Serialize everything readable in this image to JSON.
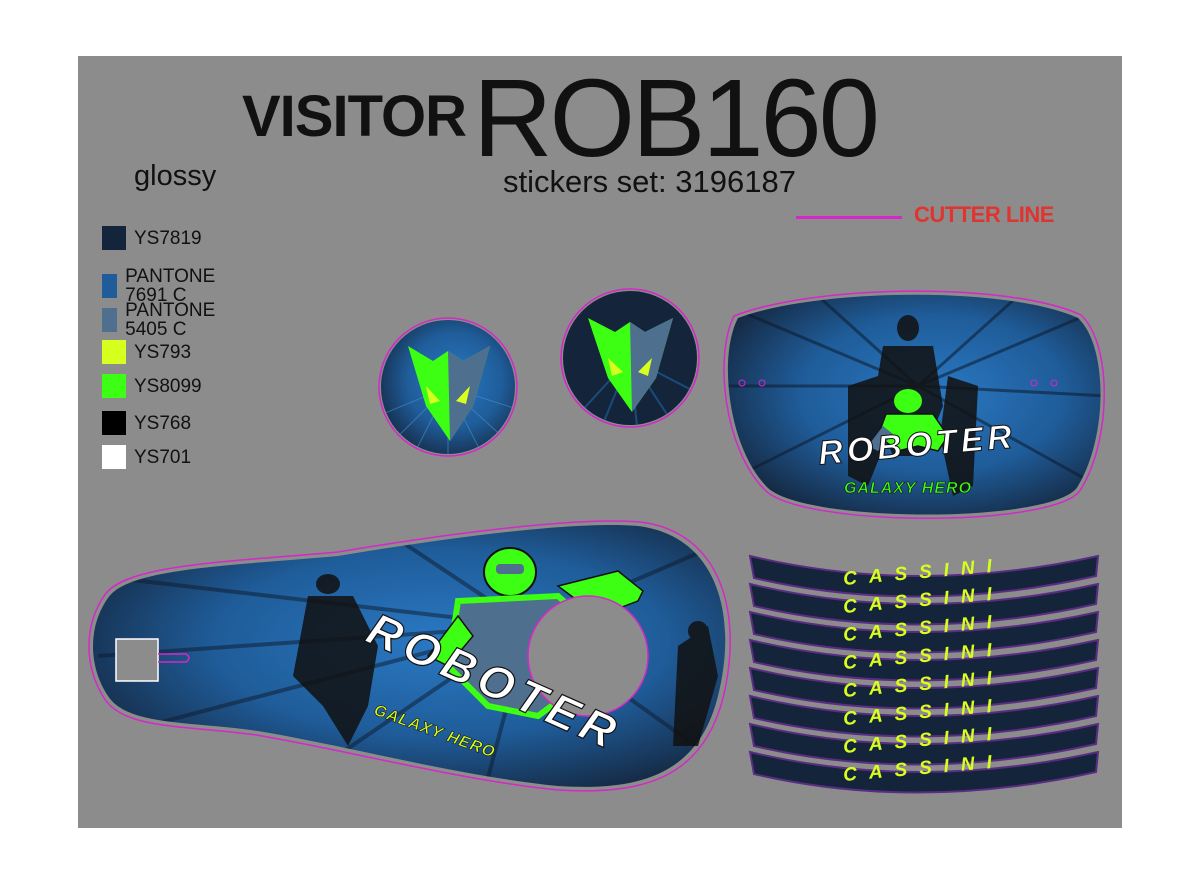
{
  "header": {
    "brand": "VISITOR",
    "model": "ROB160",
    "stickers_set": "stickers set: 3196187",
    "finish": "glossy"
  },
  "cutter": {
    "label": "CUTTER LINE",
    "line_color": "#d428c8",
    "label_color": "#e0352e"
  },
  "palette": [
    {
      "name": "YS7819",
      "color": "#14243a"
    },
    {
      "name": "PANTONE 7691 C",
      "color": "#1f5c99"
    },
    {
      "name": "PANTONE 5405 C",
      "color": "#4f6f8f"
    },
    {
      "name": "YS793",
      "color": "#d7ff1e"
    },
    {
      "name": "YS8099",
      "color": "#3cff14"
    },
    {
      "name": "YS768",
      "color": "#000000"
    },
    {
      "name": "YS701",
      "color": "#ffffff"
    }
  ],
  "artwork": {
    "main_text": "ROBOTER",
    "sub_text": "GALAXY HERO",
    "rim_text": "CASSINI",
    "colors": {
      "navy": "#14243a",
      "blue": "#1f5c99",
      "steel": "#4f6f8f",
      "lime": "#d7ff1e",
      "green": "#3cff14",
      "black": "#000000",
      "white": "#ffffff",
      "purple": "#5a2d82"
    }
  }
}
